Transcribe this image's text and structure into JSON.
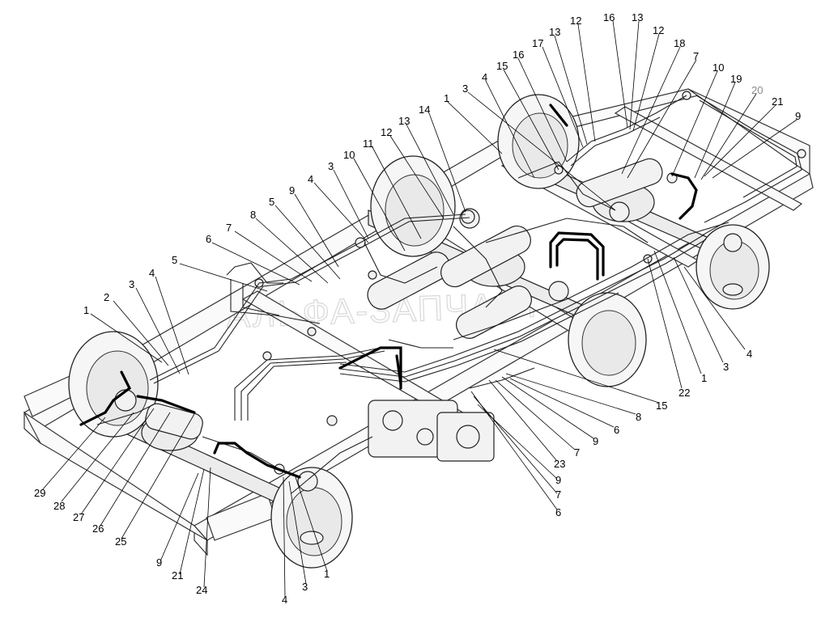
{
  "watermark": "АЛЬФА-ЗАПЧАСТИ",
  "callouts": [
    {
      "id": "c-12a",
      "text": "12"
    },
    {
      "id": "c-16a",
      "text": "16"
    },
    {
      "id": "c-13a",
      "text": "13"
    },
    {
      "id": "c-12b",
      "text": "12"
    },
    {
      "id": "c-17a",
      "text": "17"
    },
    {
      "id": "c-13b",
      "text": "13"
    },
    {
      "id": "c-18a",
      "text": "18"
    },
    {
      "id": "c-16b",
      "text": "16"
    },
    {
      "id": "c-7a",
      "text": "7"
    },
    {
      "id": "c-15a",
      "text": "15"
    },
    {
      "id": "c-10a",
      "text": "10"
    },
    {
      "id": "c-4a",
      "text": "4"
    },
    {
      "id": "c-19a",
      "text": "19"
    },
    {
      "id": "c-3a",
      "text": "3"
    },
    {
      "id": "c-20a",
      "text": "20"
    },
    {
      "id": "c-1a",
      "text": "1"
    },
    {
      "id": "c-21a",
      "text": "21"
    },
    {
      "id": "c-14a",
      "text": "14"
    },
    {
      "id": "c-9a",
      "text": "9"
    },
    {
      "id": "c-13c",
      "text": "13"
    },
    {
      "id": "c-12c",
      "text": "12"
    },
    {
      "id": "c-11a",
      "text": "11"
    },
    {
      "id": "c-10b",
      "text": "10"
    },
    {
      "id": "c-3b",
      "text": "3"
    },
    {
      "id": "c-4b",
      "text": "4"
    },
    {
      "id": "c-9b",
      "text": "9"
    },
    {
      "id": "c-5a",
      "text": "5"
    },
    {
      "id": "c-8a",
      "text": "8"
    },
    {
      "id": "c-7b",
      "text": "7"
    },
    {
      "id": "c-6a",
      "text": "6"
    },
    {
      "id": "c-5b",
      "text": "5"
    },
    {
      "id": "c-4c",
      "text": "4"
    },
    {
      "id": "c-3c",
      "text": "3"
    },
    {
      "id": "c-2a",
      "text": "2"
    },
    {
      "id": "c-1b",
      "text": "1"
    },
    {
      "id": "c-4d",
      "text": "4"
    },
    {
      "id": "c-3d",
      "text": "3"
    },
    {
      "id": "c-1c",
      "text": "1"
    },
    {
      "id": "c-22a",
      "text": "22"
    },
    {
      "id": "c-15b",
      "text": "15"
    },
    {
      "id": "c-8b",
      "text": "8"
    },
    {
      "id": "c-6b",
      "text": "6"
    },
    {
      "id": "c-9c",
      "text": "9"
    },
    {
      "id": "c-7c",
      "text": "7"
    },
    {
      "id": "c-23a",
      "text": "23"
    },
    {
      "id": "c-9d",
      "text": "9"
    },
    {
      "id": "c-7d",
      "text": "7"
    },
    {
      "id": "c-6c",
      "text": "6"
    },
    {
      "id": "c-29a",
      "text": "29"
    },
    {
      "id": "c-28a",
      "text": "28"
    },
    {
      "id": "c-27a",
      "text": "27"
    },
    {
      "id": "c-26a",
      "text": "26"
    },
    {
      "id": "c-25a",
      "text": "25"
    },
    {
      "id": "c-9e",
      "text": "9"
    },
    {
      "id": "c-21b",
      "text": "21"
    },
    {
      "id": "c-24a",
      "text": "24"
    },
    {
      "id": "c-4e",
      "text": "4"
    },
    {
      "id": "c-3e",
      "text": "3"
    },
    {
      "id": "c-1d",
      "text": "1"
    }
  ]
}
